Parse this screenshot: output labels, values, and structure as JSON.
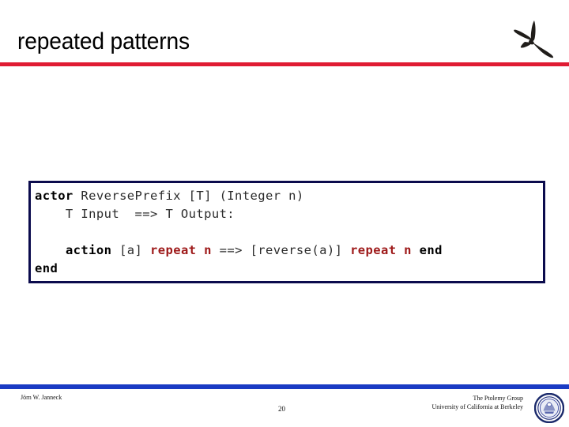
{
  "slide": {
    "title": "repeated patterns",
    "accent_rule_color": "#E01B33",
    "footer_rule_color": "#1A3BC4",
    "code_border_color": "#0B0B4D"
  },
  "logos": {
    "header_logo_name": "ptolemy-propeller-logo",
    "footer_logo_name": "uc-berkeley-seal"
  },
  "code": {
    "lines": [
      {
        "tokens": [
          {
            "text": "actor",
            "style": "kw-bold"
          },
          {
            "text": " ReversePrefix [T] (Integer n)",
            "style": "plain"
          }
        ]
      },
      {
        "tokens": [
          {
            "text": "    T Input  ==> T Output:",
            "style": "plain"
          }
        ]
      },
      {
        "tokens": [
          {
            "text": " ",
            "style": "plain"
          }
        ]
      },
      {
        "tokens": [
          {
            "text": "    ",
            "style": "plain"
          },
          {
            "text": "action",
            "style": "kw-bold"
          },
          {
            "text": " [a] ",
            "style": "plain"
          },
          {
            "text": "repeat n",
            "style": "kw-repeat"
          },
          {
            "text": " ==> [reverse(a)] ",
            "style": "plain"
          },
          {
            "text": "repeat n",
            "style": "kw-repeat"
          },
          {
            "text": " ",
            "style": "plain"
          },
          {
            "text": "end",
            "style": "kw-bold"
          }
        ]
      },
      {
        "tokens": [
          {
            "text": "end",
            "style": "kw-bold"
          }
        ]
      }
    ]
  },
  "footer": {
    "author": "Jörn W. Janneck",
    "page_number": "20",
    "org_line_1": "The Ptolemy Group",
    "org_line_2": "University of California at Berkeley"
  }
}
